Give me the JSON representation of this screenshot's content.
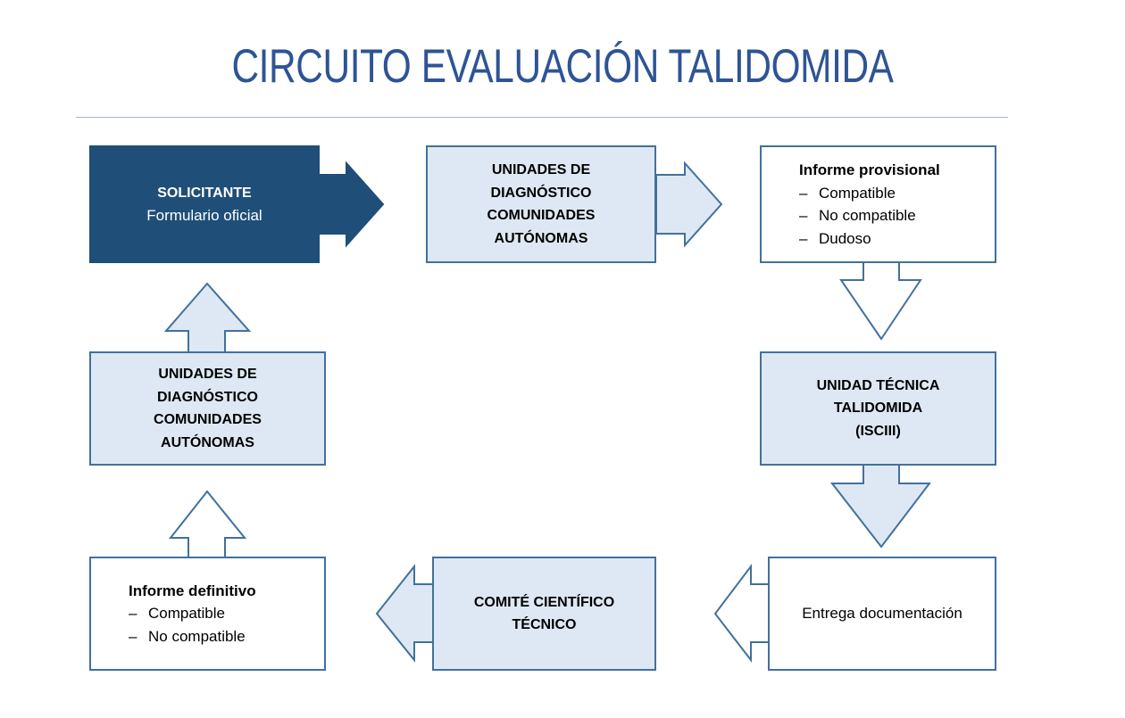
{
  "page": {
    "title": "CIRCUITO EVALUACIÓN TALIDOMIDA",
    "title_color": "#2E5496",
    "rule_color": "#9DB7DA",
    "background": "#FFFFFF"
  },
  "palette": {
    "dark_blue_fill": "#1F4E79",
    "light_blue_fill": "#DEE8F4",
    "outline_blue": "#41719C",
    "white_fill": "#FFFFFF",
    "text_black": "#000000",
    "text_white": "#FFFFFF"
  },
  "diagram": {
    "type": "flowchart",
    "nodes": [
      {
        "id": "solicitante",
        "title": "SOLICITANTE",
        "subtitle": "Formulario oficial",
        "fill": "dark",
        "row": 1,
        "col": 1
      },
      {
        "id": "unidades-diagnostico-top",
        "lines": [
          "UNIDADES DE",
          "DIAGNÓSTICO",
          "COMUNIDADES",
          "AUTÓNOMAS"
        ],
        "fill": "light",
        "row": 1,
        "col": 2
      },
      {
        "id": "informe-provisional",
        "heading": "Informe provisional",
        "items": [
          "Compatible",
          "No compatible",
          "Dudoso"
        ],
        "bullet_char": "–",
        "fill": "white",
        "row": 1,
        "col": 3
      },
      {
        "id": "unidad-tecnica-talidomida",
        "lines": [
          "UNIDAD TÉCNICA",
          "TALIDOMIDA",
          "(ISCIII)"
        ],
        "fill": "light",
        "row": 2,
        "col": 3
      },
      {
        "id": "unidades-diagnostico-left",
        "lines": [
          "UNIDADES DE",
          "DIAGNÓSTICO",
          "COMUNIDADES",
          "AUTÓNOMAS"
        ],
        "fill": "light",
        "row": 2,
        "col": 1
      },
      {
        "id": "informe-definitivo",
        "heading": "Informe definitivo",
        "items": [
          "Compatible",
          "No compatible"
        ],
        "bullet_char": "–",
        "fill": "white",
        "row": 3,
        "col": 1
      },
      {
        "id": "comite-cientifico-tecnico",
        "lines": [
          "COMITÉ CIENTÍFICO",
          "TÉCNICO"
        ],
        "fill": "light",
        "row": 3,
        "col": 2
      },
      {
        "id": "entrega-documentacion",
        "text": "Entrega documentación",
        "fill": "white",
        "row": 3,
        "col": 3
      }
    ],
    "arrows": [
      {
        "id": "arrow-solicitante-to-unidades",
        "direction": "right",
        "style": "dark-filled",
        "from": "solicitante",
        "to": "unidades-diagnostico-top"
      },
      {
        "id": "arrow-unidades-to-informe-provisional",
        "direction": "right",
        "style": "light-filled",
        "from": "unidades-diagnostico-top",
        "to": "informe-provisional"
      },
      {
        "id": "arrow-informe-provisional-to-unidad-tecnica",
        "direction": "down",
        "style": "white-filled",
        "from": "informe-provisional",
        "to": "unidad-tecnica-talidomida"
      },
      {
        "id": "arrow-unidad-tecnica-to-entrega",
        "direction": "down",
        "style": "light-filled",
        "from": "unidad-tecnica-talidomida",
        "to": "entrega-documentacion"
      },
      {
        "id": "arrow-entrega-to-comite",
        "direction": "left",
        "style": "white-filled",
        "from": "entrega-documentacion",
        "to": "comite-cientifico-tecnico"
      },
      {
        "id": "arrow-comite-to-informe-definitivo",
        "direction": "left",
        "style": "light-filled",
        "from": "comite-cientifico-tecnico",
        "to": "informe-definitivo"
      },
      {
        "id": "arrow-informe-definitivo-to-unidades-left",
        "direction": "up",
        "style": "white-filled",
        "from": "informe-definitivo",
        "to": "unidades-diagnostico-left"
      },
      {
        "id": "arrow-unidades-left-to-solicitante",
        "direction": "up",
        "style": "light-filled",
        "from": "unidades-diagnostico-left",
        "to": "solicitante"
      }
    ]
  }
}
